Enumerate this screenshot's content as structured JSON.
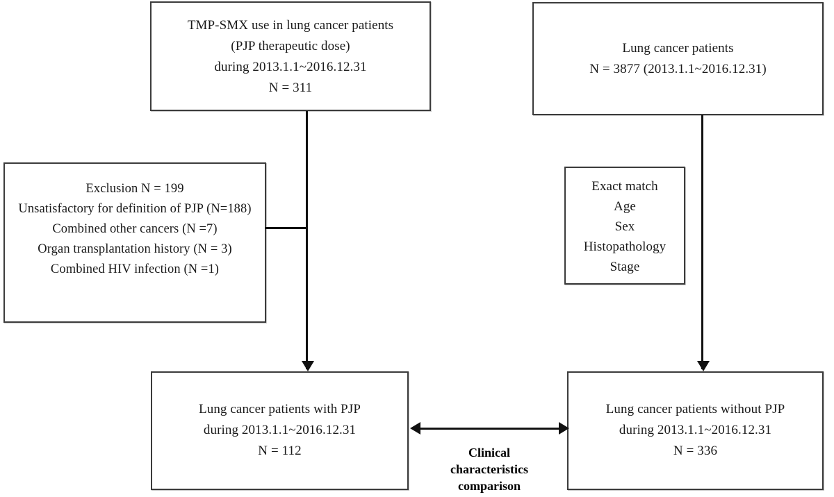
{
  "diagram": {
    "title": "PJP study patient selection flow diagram",
    "colors": {
      "box_border": "#3b3b3b",
      "connector": "#111111",
      "background": "#ffffff",
      "text": "#1a1a1a"
    },
    "boxes": {
      "source_cohort": {
        "name": "TMP-SMX treated lung cancer patients",
        "lines": [
          "TMP-SMX  use in lung cancer patients",
          "(PJP therapeutic dose)",
          "during 2013.1.1~2016.12.31",
          "N = 311"
        ]
      },
      "lung_cancer_cohort": {
        "name": "Overall lung cancer patients",
        "lines": [
          "Lung cancer patients",
          "N = 3877 (2013.1.1~2016.12.31)"
        ]
      },
      "exclusion": {
        "name": "Exclusion criteria",
        "lines": [
          "Exclusion  N = 199",
          "Unsatisfactory for definition of PJP (N=188)",
          "Combined other cancers (N =7)",
          "Organ transplantation history (N = 3)",
          "Combined HIV infection  (N =1)"
        ]
      },
      "exact_match": {
        "name": "Matching variables",
        "lines": [
          "Exact match",
          "Age",
          "Sex",
          "Histopathology",
          "Stage"
        ]
      },
      "case_group": {
        "name": "Case group with PJP",
        "lines": [
          "Lung cancer patients with PJP",
          "during 2013.1.1~2016.12.31",
          "N = 112"
        ]
      },
      "control_group": {
        "name": "Control group without PJP",
        "lines": [
          "Lung cancer patients without PJP",
          "during 2013.1.1~2016.12.31",
          "N = 336"
        ]
      }
    },
    "comparison_label": {
      "lines": [
        "Clinical",
        "characteristics",
        "comparison"
      ]
    }
  }
}
